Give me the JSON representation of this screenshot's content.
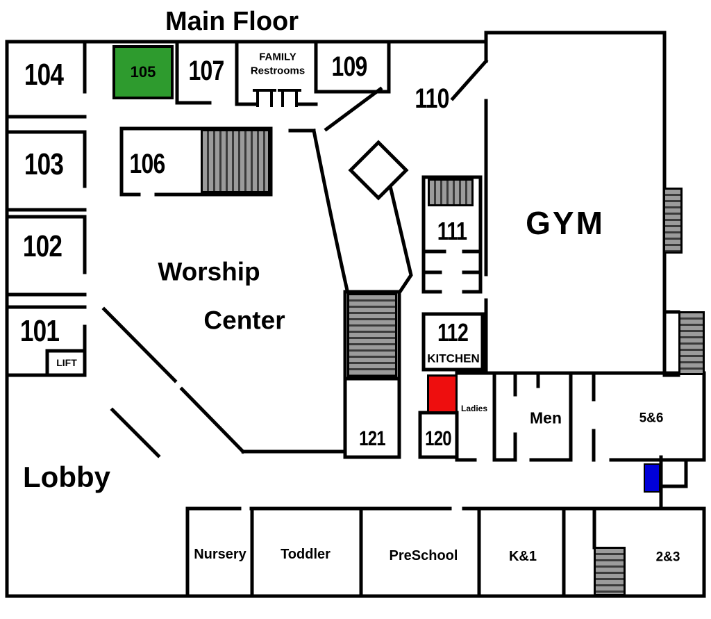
{
  "title": "Main Floor",
  "colors": {
    "wall": "#000000",
    "highlight_green": "#2e9b2e",
    "highlight_red": "#ee0e0e",
    "highlight_blue": "#0000d8",
    "stair_gray": "#9b9b9b"
  },
  "rooms": {
    "r104": "104",
    "r103": "103",
    "r102": "102",
    "r101": "101",
    "lift": "LIFT",
    "r105": "105",
    "r107": "107",
    "r109": "109",
    "r110": "110",
    "r106": "106",
    "r111": "111",
    "gym": "GYM",
    "r112": "112",
    "kitchen": "KITCHEN",
    "ladies": "Ladies",
    "men": "Men",
    "r5_6": "5&6",
    "r121": "121",
    "r120": "120",
    "lobby": "Lobby",
    "nursery": "Nursery",
    "toddler": "Toddler",
    "preschool": "PreSchool",
    "k_1": "K&1",
    "r2_3": "2&3"
  },
  "labels": {
    "family_restrooms_line1": "FAMILY",
    "family_restrooms_line2": "Restrooms",
    "worship_line1": "Worship",
    "worship_line2": "Center"
  },
  "icons": {
    "stairs": "striped-stair-block",
    "restroom_table_icon": "table-glyph"
  }
}
